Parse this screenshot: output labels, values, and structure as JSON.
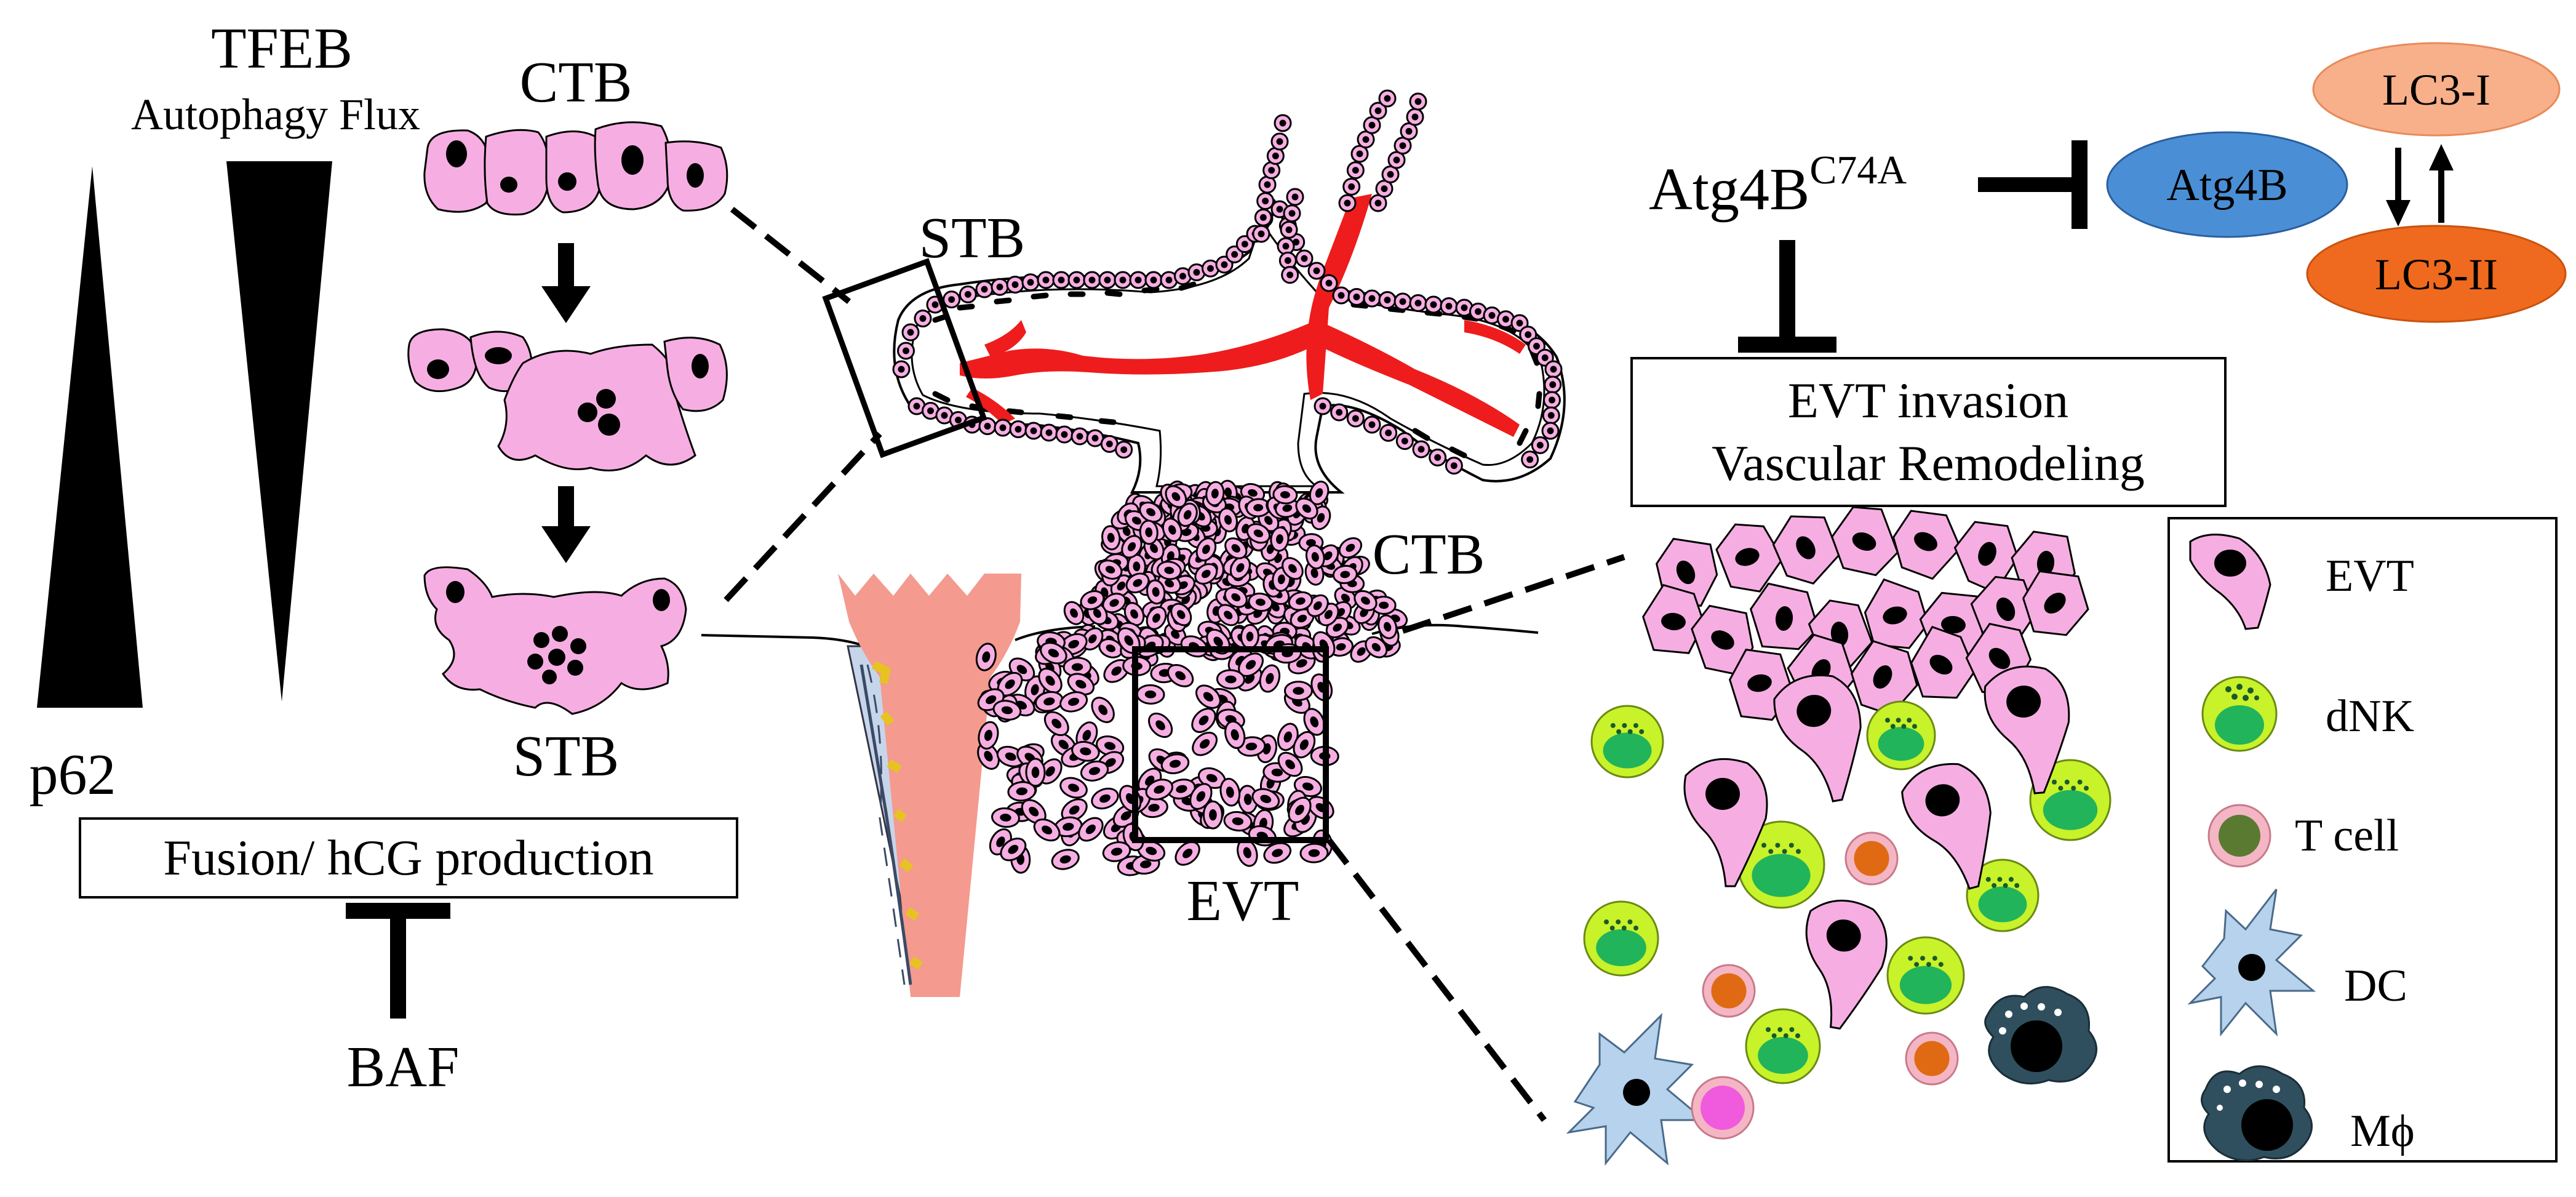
{
  "colors": {
    "trophoblast": "#f6aee2",
    "trophoblast_dark": "#e88ccc",
    "vessel_red": "#ee1c1c",
    "artery_pink": "#f49a8f",
    "nk_outer": "#c8f22a",
    "nk_inner": "#22b45a",
    "tcell_outer": "#f4b6c4",
    "tcell_inner": "#e06a14",
    "dc_fill": "#b6d2ec",
    "mac_fill": "#2f4f5e",
    "lc3i_fill": "#f7b08a",
    "lc3ii_fill": "#ef6a1e",
    "atg4b_fill": "#4a8fd6"
  },
  "left_panel": {
    "tfeb": "TFEB",
    "autophagy_flux": "Autophagy Flux",
    "p62": "p62",
    "ctb": "CTB",
    "stb": "STB",
    "fusion_box": "Fusion/ hCG production",
    "baf": "BAF"
  },
  "center_panel": {
    "stb": "STB",
    "ctb": "CTB",
    "evt": "EVT"
  },
  "right_panel": {
    "atg4b_mutant": "Atg4B",
    "atg4b_mutant_sup": "C74A",
    "atg4b": "Atg4B",
    "lc3_i": "LC3-I",
    "lc3_ii": "LC3-II",
    "evt_box_line1": "EVT invasion",
    "evt_box_line2": "Vascular Remodeling"
  },
  "legend": {
    "items": [
      {
        "label": "EVT",
        "icon": "evt-cell-icon"
      },
      {
        "label": "dNK",
        "icon": "dnk-cell-icon"
      },
      {
        "label": "T cell",
        "icon": "t-cell-icon"
      },
      {
        "label": "DC",
        "icon": "dendritic-cell-icon"
      },
      {
        "label": "Mϕ",
        "icon": "macrophage-icon"
      }
    ]
  }
}
